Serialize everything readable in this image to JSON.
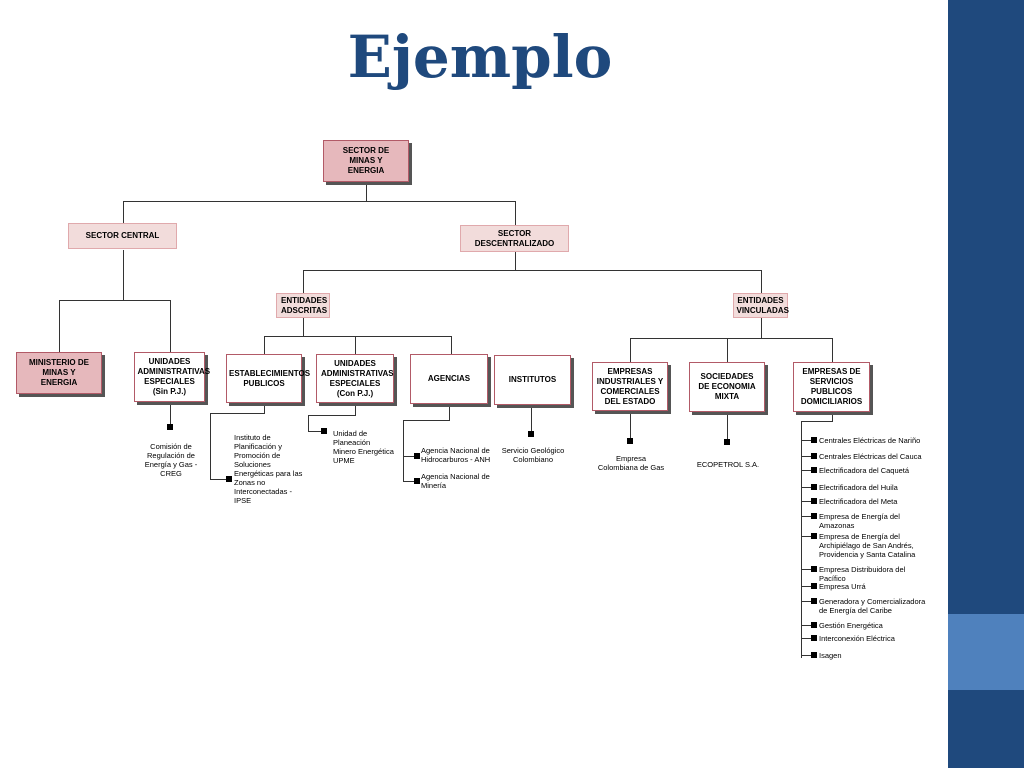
{
  "slide": {
    "title": "Ejemplo",
    "colors": {
      "title": "#1f497d",
      "sidebar": "#1f497d",
      "sidebar_accent": "#4f81bd",
      "box_fill": "#e6b8bc",
      "box_border": "#b25a67"
    }
  },
  "org": {
    "root": "SECTOR DE MINAS Y ENERGIA",
    "central": "SECTOR CENTRAL",
    "decentral": "SECTOR DESCENTRALIZADO",
    "ministerio": "MINISTERIO DE MINAS Y ENERGIA",
    "uae_sin": "UNIDADES ADMINISTRATIVAS ESPECIALES (Sin P.J.)",
    "adscritas": "ENTIDADES ADSCRITAS",
    "vinculadas": "ENTIDADES VINCULADAS",
    "establecimientos": "ESTABLECIMIENTOS PUBLICOS",
    "uae_con": "UNIDADES ADMINISTRATIVAS ESPECIALES (Con P.J.)",
    "agencias": "AGENCIAS",
    "institutos": "INSTITUTOS",
    "empresas_ind": "EMPRESAS INDUSTRIALES Y COMERCIALES DEL ESTADO",
    "sociedades": "SOCIEDADES DE ECONOMIA MIXTA",
    "empresas_serv": "EMPRESAS DE SERVICIOS PUBLICOS DOMICILIARIOS"
  },
  "leaves": {
    "creg": "Comisión de Regulación de Energía y Gas - CREG",
    "ipse": "Instituto de Planificación y Promoción de Soluciones Energéticas para las Zonas no Interconectadas - IPSE",
    "upme": "Unidad de Planeación Minero Energética UPME",
    "anh": "Agencia Nacional de Hidrocarburos - ANH",
    "mineria": "Agencia Nacional de Minería",
    "sgc": "Servicio Geológico Colombiano",
    "gas": "Empresa Colombiana de Gas",
    "ecopetrol": "ECOPETROL S.A.",
    "servicios": [
      "Centrales Eléctricas de Nariño",
      "Centrales Eléctricas del Cauca",
      "Electrificadora del Caquetá",
      "Electrificadora del Huila",
      "Electrificadora del Meta",
      "Empresa de Energía del Amazonas",
      "Empresa de Energía del Archipiélago de San Andrés, Providencia y Santa Catalina",
      "Empresa Distribuidora del Pacífico",
      "Empresa Urrá",
      "Generadora y Comercializadora de Energía del Caribe",
      "Gestión Energética",
      "Interconexión Eléctrica",
      "Isagen"
    ]
  }
}
